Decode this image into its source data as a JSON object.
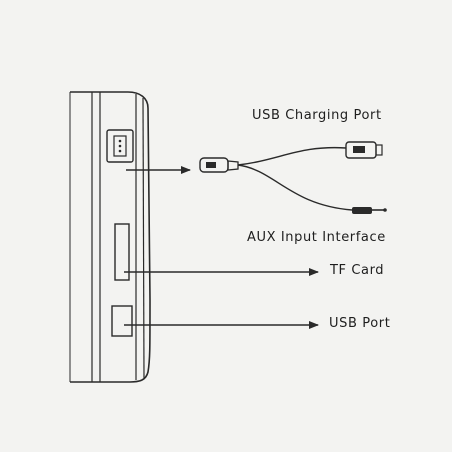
{
  "labels": {
    "usb_charging_port": "USB Charging Port",
    "aux_input_interface": "AUX Input Interface",
    "tf_card": "TF Card",
    "usb_port": "USB Port"
  },
  "colors": {
    "background": "#f3f3f1",
    "line": "#2a2a2a"
  }
}
